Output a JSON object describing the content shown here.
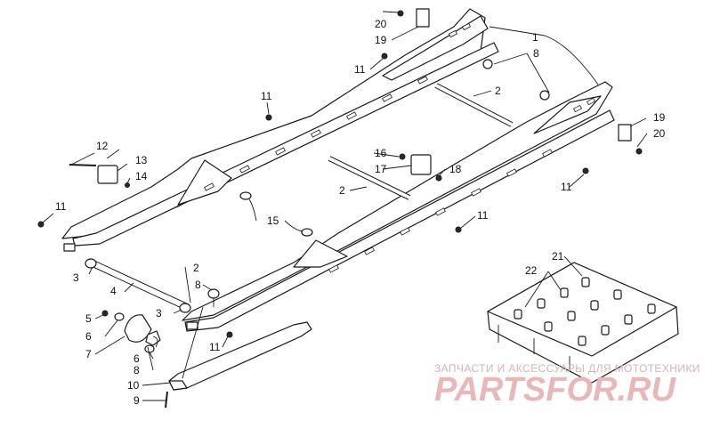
{
  "callouts": [
    {
      "label": "1"
    },
    {
      "label": "2"
    },
    {
      "label": "2"
    },
    {
      "label": "2"
    },
    {
      "label": "3"
    },
    {
      "label": "3"
    },
    {
      "label": "4"
    },
    {
      "label": "5"
    },
    {
      "label": "6"
    },
    {
      "label": "6"
    },
    {
      "label": "7"
    },
    {
      "label": "8"
    },
    {
      "label": "8"
    },
    {
      "label": "8"
    },
    {
      "label": "9"
    },
    {
      "label": "10"
    },
    {
      "label": "11"
    },
    {
      "label": "11"
    },
    {
      "label": "11"
    },
    {
      "label": "11"
    },
    {
      "label": "11"
    },
    {
      "label": "11"
    },
    {
      "label": "12"
    },
    {
      "label": "13"
    },
    {
      "label": "14"
    },
    {
      "label": "15"
    },
    {
      "label": "16"
    },
    {
      "label": "17"
    },
    {
      "label": "18"
    },
    {
      "label": "19"
    },
    {
      "label": "19"
    },
    {
      "label": "20"
    },
    {
      "label": "20"
    },
    {
      "label": "21"
    },
    {
      "label": "22"
    }
  ],
  "watermark": {
    "caption": "ЗАПЧАСТИ И АКСЕССУАРЫ ДЛЯ МОТОТЕХНИКИ",
    "logo": "PARTSFOR.RU"
  }
}
